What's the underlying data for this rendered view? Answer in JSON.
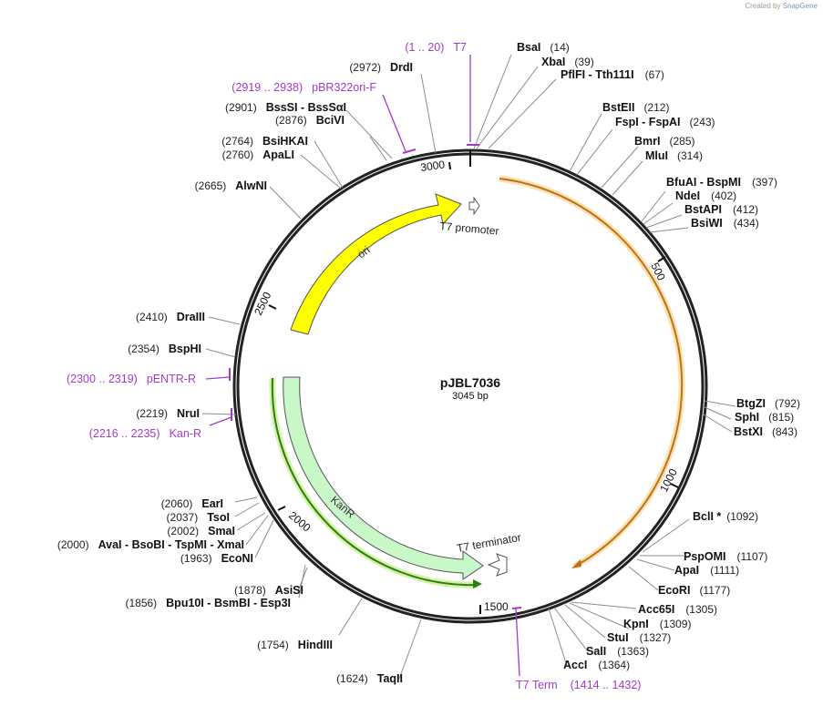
{
  "watermark": {
    "prefix": "Created by",
    "brand": "SnapGene"
  },
  "plasmid": {
    "name": "pJBL7036",
    "length_label": "3045 bp",
    "total_bp": 3045
  },
  "tick_labels": [
    "500",
    "1000",
    "1500",
    "2000",
    "2500",
    "3000"
  ],
  "features": [
    {
      "name": "T7 promoter",
      "kind": "promoter-arrow",
      "color": "#ffffff"
    },
    {
      "name": "ori",
      "kind": "arc",
      "color": "#ffff00"
    },
    {
      "name": "KanR",
      "kind": "arc",
      "color": "#c8f7c8"
    },
    {
      "name": "T7 terminator",
      "kind": "terminator-arrow",
      "color": "#ffffff"
    }
  ],
  "enzymes": [
    {
      "text": "BsaI",
      "pos": "(14)"
    },
    {
      "text": "XbaI",
      "pos": "(39)"
    },
    {
      "text": "PflFI - Tth111I",
      "pos": "(67)"
    },
    {
      "text": "BstEII",
      "pos": "(212)"
    },
    {
      "text": "FspI - FspAI",
      "pos": "(243)"
    },
    {
      "text": "BmrI",
      "pos": "(285)"
    },
    {
      "text": "MluI",
      "pos": "(314)"
    },
    {
      "text": "BfuAI - BspMI",
      "pos": "(397)"
    },
    {
      "text": "NdeI",
      "pos": "(402)"
    },
    {
      "text": "BstAPI",
      "pos": "(412)"
    },
    {
      "text": "BsiWI",
      "pos": "(434)"
    },
    {
      "text": "BtgZI",
      "pos": "(792)"
    },
    {
      "text": "SphI",
      "pos": "(815)"
    },
    {
      "text": "BstXI",
      "pos": "(843)"
    },
    {
      "text": "BclI *",
      "pos": "(1092)"
    },
    {
      "text": "PspOMI",
      "pos": "(1107)"
    },
    {
      "text": "ApaI",
      "pos": "(1111)"
    },
    {
      "text": "EcoRI",
      "pos": "(1177)"
    },
    {
      "text": "Acc65I",
      "pos": "(1305)"
    },
    {
      "text": "KpnI",
      "pos": "(1309)"
    },
    {
      "text": "StuI",
      "pos": "(1327)"
    },
    {
      "text": "SalI",
      "pos": "(1363)"
    },
    {
      "text": "AccI",
      "pos": "(1364)"
    },
    {
      "text": "TaqII",
      "pos": "(1624)"
    },
    {
      "text": "HindIII",
      "pos": "(1754)"
    },
    {
      "text": "Bpu10I - BsmBI - Esp3I",
      "pos": "(1856)"
    },
    {
      "text": "AsiSI",
      "pos": "(1878)"
    },
    {
      "text": "EcoNI",
      "pos": "(1963)"
    },
    {
      "text": "AvaI - BsoBI - TspMI - XmaI",
      "pos": "(2000)"
    },
    {
      "text": "SmaI",
      "pos": "(2002)"
    },
    {
      "text": "TsoI",
      "pos": "(2037)"
    },
    {
      "text": "EarI",
      "pos": "(2060)"
    },
    {
      "text": "NruI",
      "pos": "(2219)"
    },
    {
      "text": "BspHI",
      "pos": "(2354)"
    },
    {
      "text": "DraIII",
      "pos": "(2410)"
    },
    {
      "text": "AlwNI",
      "pos": "(2665)"
    },
    {
      "text": "ApaLI",
      "pos": "(2760)"
    },
    {
      "text": "BsiHKAI",
      "pos": "(2764)"
    },
    {
      "text": "BciVI",
      "pos": "(2876)"
    },
    {
      "text": "BssSI - BssSαI",
      "pos": "(2901)"
    },
    {
      "text": "DrdI",
      "pos": "(2972)"
    }
  ],
  "primers": [
    {
      "range": "(1 .. 20)",
      "name": "T7"
    },
    {
      "range": "(2919 .. 2938)",
      "name": "pBR322ori-F"
    },
    {
      "range": "(2300 .. 2319)",
      "name": "pENTR-R"
    },
    {
      "range": "(2216 .. 2235)",
      "name": "Kan-R"
    },
    {
      "name": "T7 Term",
      "range": "(1414 .. 1432)"
    }
  ],
  "colors": {
    "primer": "#a23acb",
    "orf_outline": "#b8741a",
    "orf_halo": "#fde0b0",
    "kanr_outline": "#2f7d12",
    "kanr_halo": "#d2f2a6"
  }
}
